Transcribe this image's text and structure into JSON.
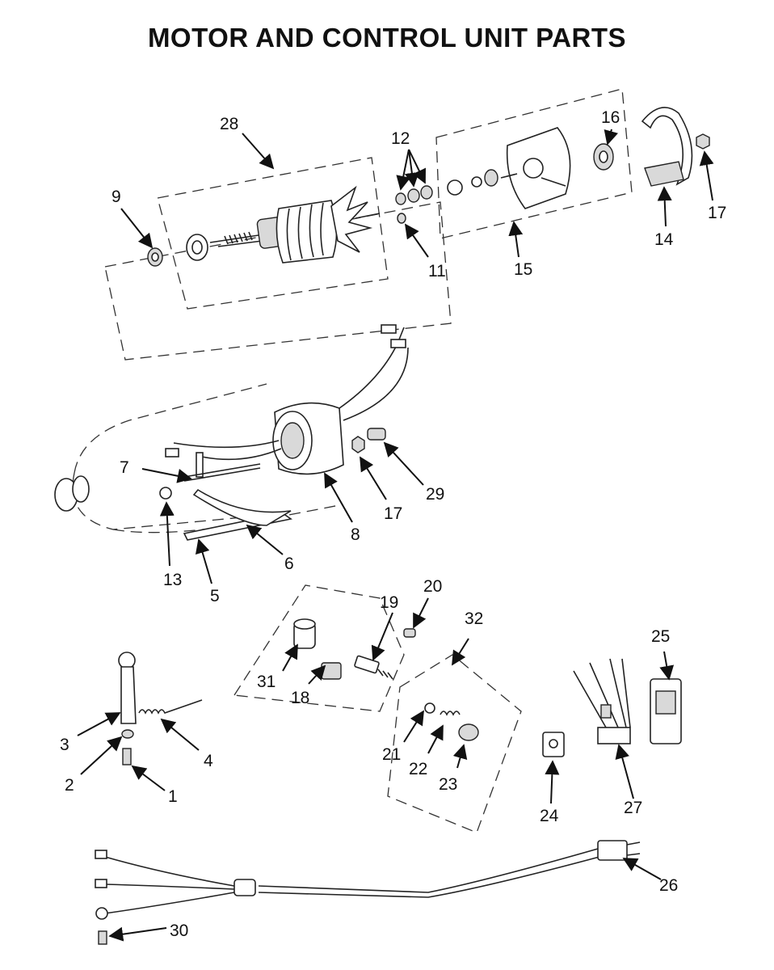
{
  "title": "MOTOR AND CONTROL UNIT PARTS",
  "callouts": {
    "p1": "1",
    "p2": "2",
    "p3": "3",
    "p4": "4",
    "p5": "5",
    "p6": "6",
    "p7": "7",
    "p8": "8",
    "p9": "9",
    "p11": "11",
    "p12": "12",
    "p13": "13",
    "p14": "14",
    "p15": "15",
    "p16": "16",
    "p17a": "17",
    "p17b": "17",
    "p18": "18",
    "p19": "19",
    "p20": "20",
    "p21": "21",
    "p22": "22",
    "p23": "23",
    "p24": "24",
    "p25": "25",
    "p26": "26",
    "p27": "27",
    "p28": "28",
    "p29": "29",
    "p30": "30",
    "p31": "31",
    "p32": "32"
  }
}
